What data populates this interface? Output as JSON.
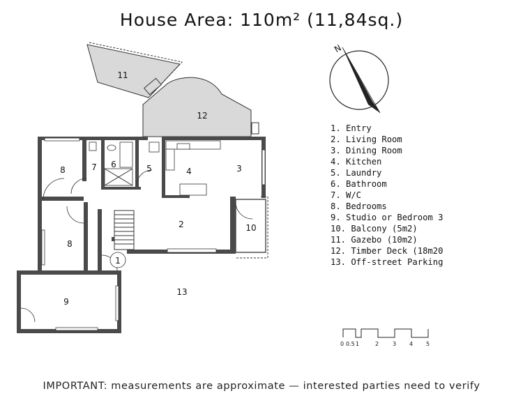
{
  "title": "House Area: 110m² (11,84sq.)",
  "footer": "IMPORTANT: measurements are approximate — interested parties need to verify",
  "compass": {
    "north_label": "N"
  },
  "legend": [
    "1. Entry",
    "2. Living Room",
    "3. Dining Room",
    "4. Kitchen",
    "5. Laundry",
    "6. Bathroom",
    "7. W/C",
    "8. Bedrooms",
    "9. Studio or Bedroom 3",
    "10. Balcony (5m2)",
    "11. Gazebo (10m2)",
    "12. Timber Deck (18m20",
    "13. Off-street Parking"
  ],
  "room_labels": {
    "r1": "1",
    "r2": "2",
    "r3": "3",
    "r4": "4",
    "r5": "5",
    "r6": "6",
    "r7": "7",
    "r8a": "8",
    "r8b": "8",
    "r9": "9",
    "r10": "10",
    "r11": "11",
    "r12": "12",
    "r13": "13"
  },
  "scale_bar": {
    "ticks": [
      "0",
      "0.5",
      "1",
      "2",
      "3",
      "4",
      "5"
    ]
  },
  "colors": {
    "wall": "#4a4a4a",
    "outdoor_fill": "#d9d9d9"
  }
}
